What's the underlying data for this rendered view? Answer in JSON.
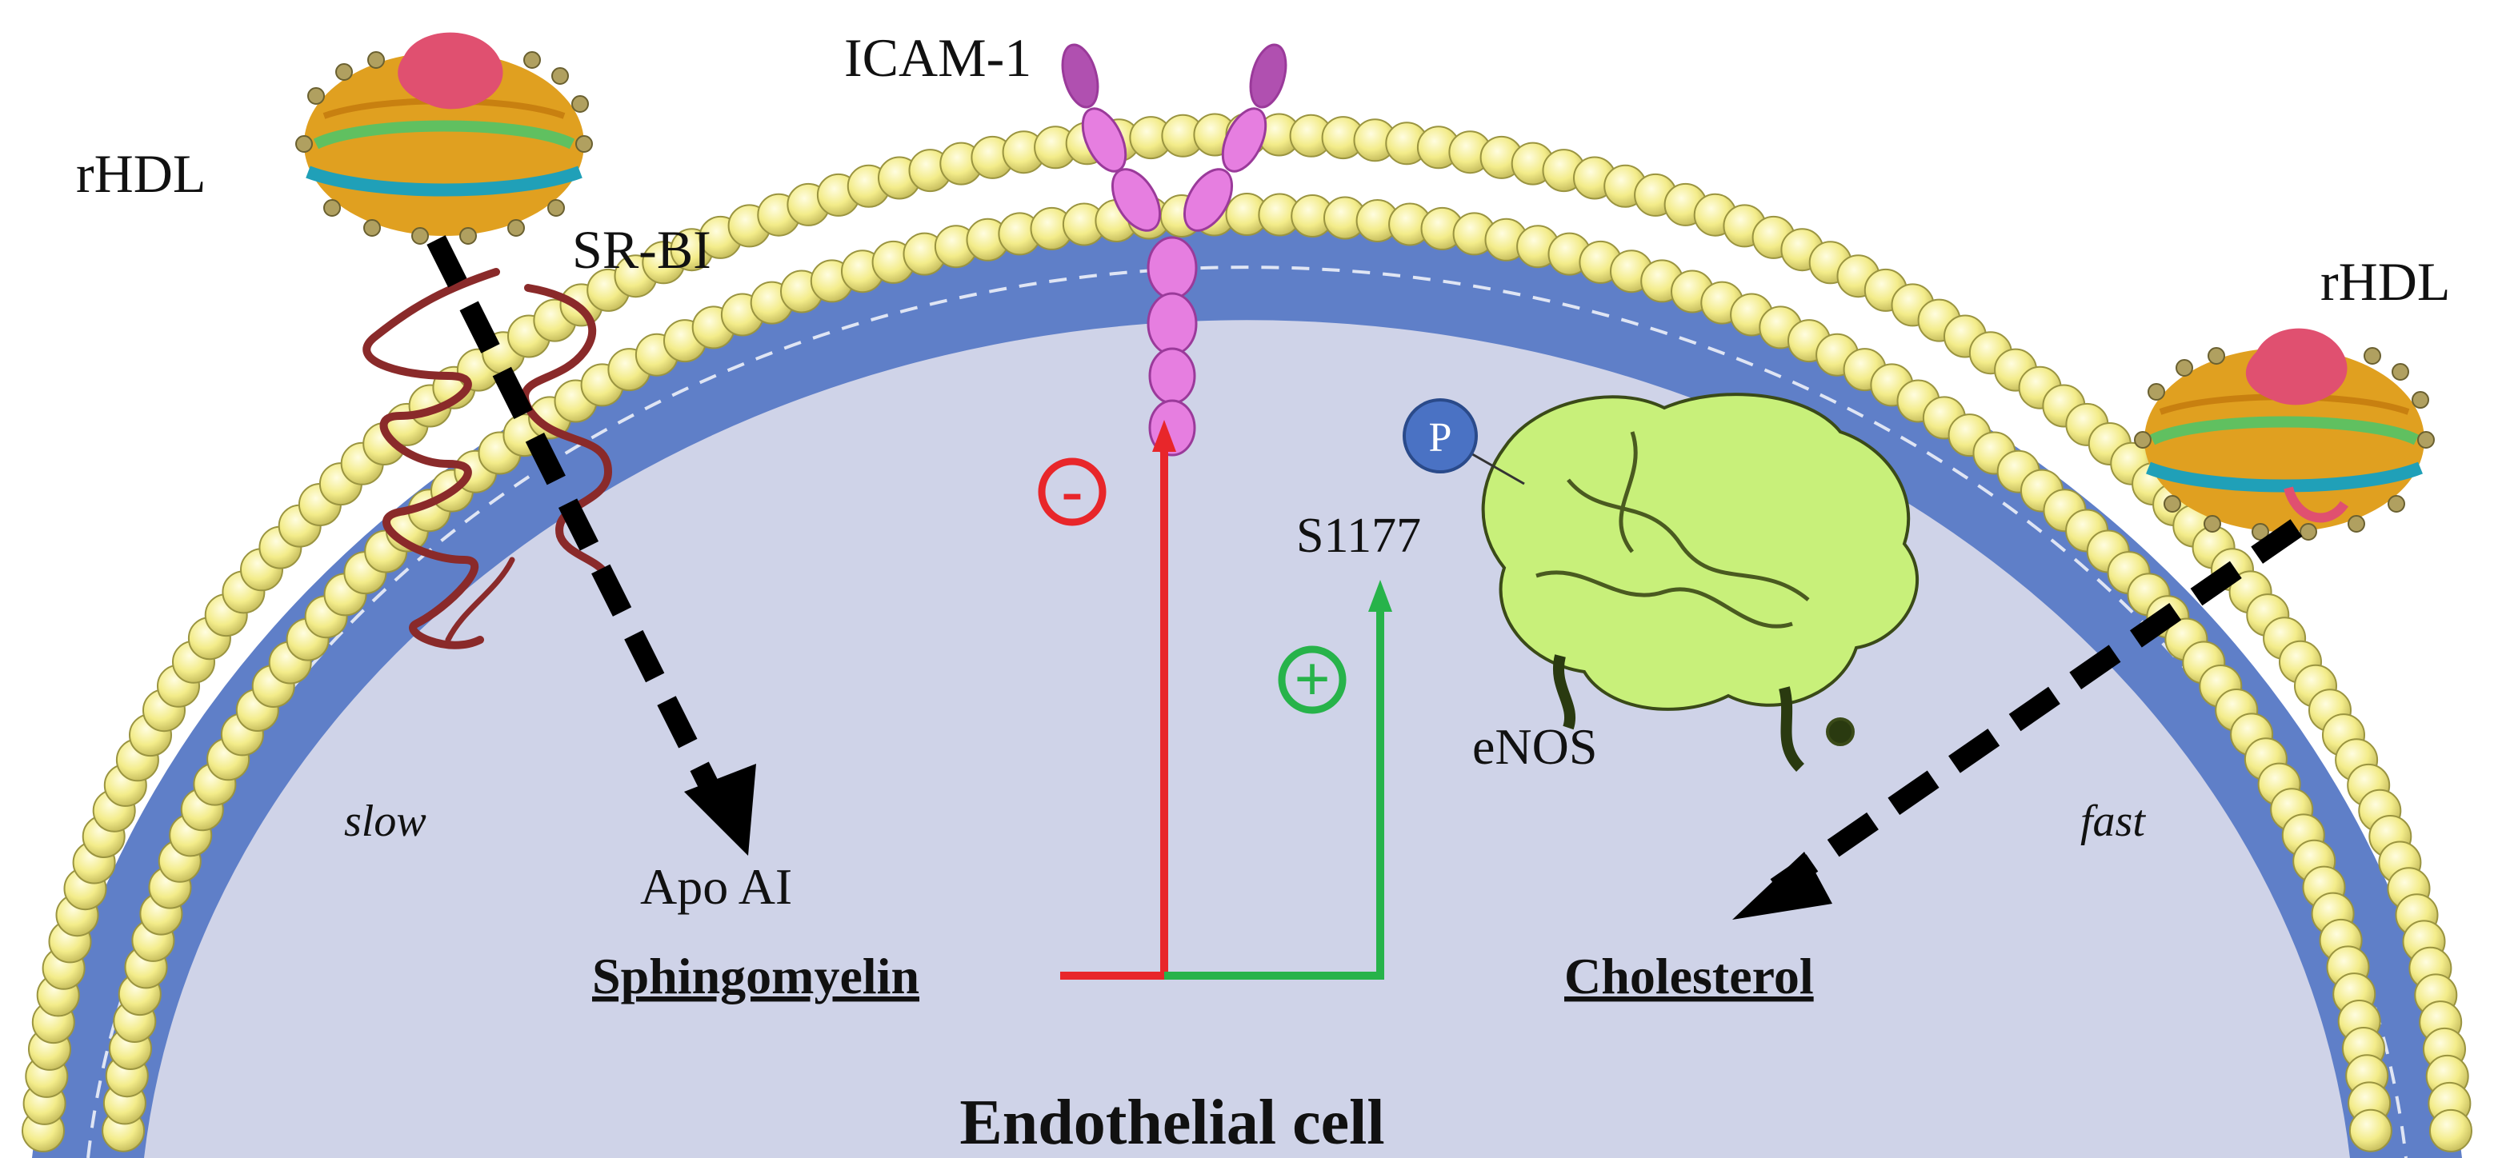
{
  "labels": {
    "icam": "ICAM-1",
    "rhdl_left": "rHDL",
    "rhdl_right": "rHDL",
    "srbi": "SR-BI",
    "s1177": "S1177",
    "phospho": "P",
    "enos": "eNOS",
    "slow": "slow",
    "fast": "fast",
    "apo_ai": "Apo AI",
    "sphingomyelin": "Sphingomyelin",
    "cholesterol": "Cholesterol",
    "cell": "Endothelial cell",
    "minus": "-",
    "plus": "+"
  },
  "colors": {
    "cytoplasm": "#cfd3e8",
    "membrane_band": "#5f7fc8",
    "lipid_head": "#f3ec8a",
    "lipid_head_stroke": "#9a9440",
    "inhibit": "#e8262a",
    "activate": "#27b34a",
    "phospho_circle": "#4a72c4",
    "enos_fill": "#c8f07a",
    "enos_stroke": "#4a5a20",
    "icam_fill": "#e67ee0",
    "srbi_color": "#8a2a2a",
    "rhdl_gold": "#e0a020",
    "rhdl_pink": "#e05070",
    "rhdl_teal": "#20a0b8",
    "rhdl_green": "#60c060"
  }
}
